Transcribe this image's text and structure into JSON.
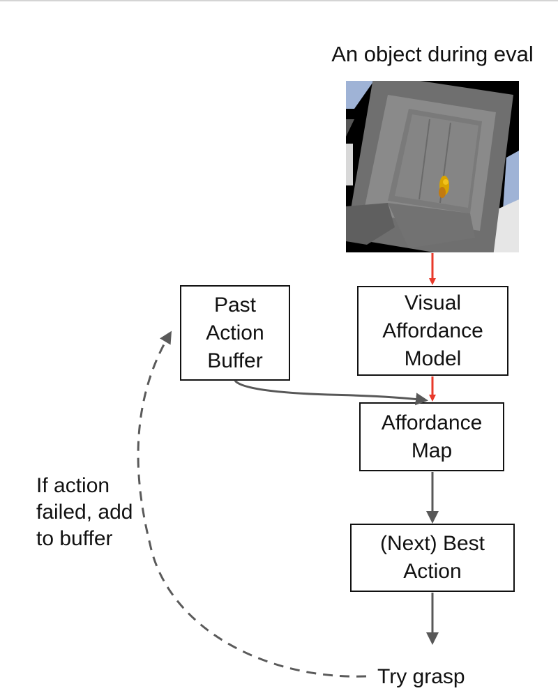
{
  "diagram": {
    "caption": "An object during eval",
    "image_desc_icon": "gray-bin-with-yellow-object-photo",
    "nodes": {
      "past_action_buffer": "Past\nAction\nBuffer",
      "visual_affordance_model": "Visual\nAffordance\nModel",
      "affordance_map": "Affordance\nMap",
      "next_best_action": "(Next) Best\nAction"
    },
    "try_grasp": "Try grasp",
    "feedback_label": "If action\nfailed, add\nto buffer",
    "colors": {
      "red_arrow": "#e8392a",
      "gray_arrow": "#585858",
      "dashed_arrow": "#5a5a5a"
    }
  }
}
